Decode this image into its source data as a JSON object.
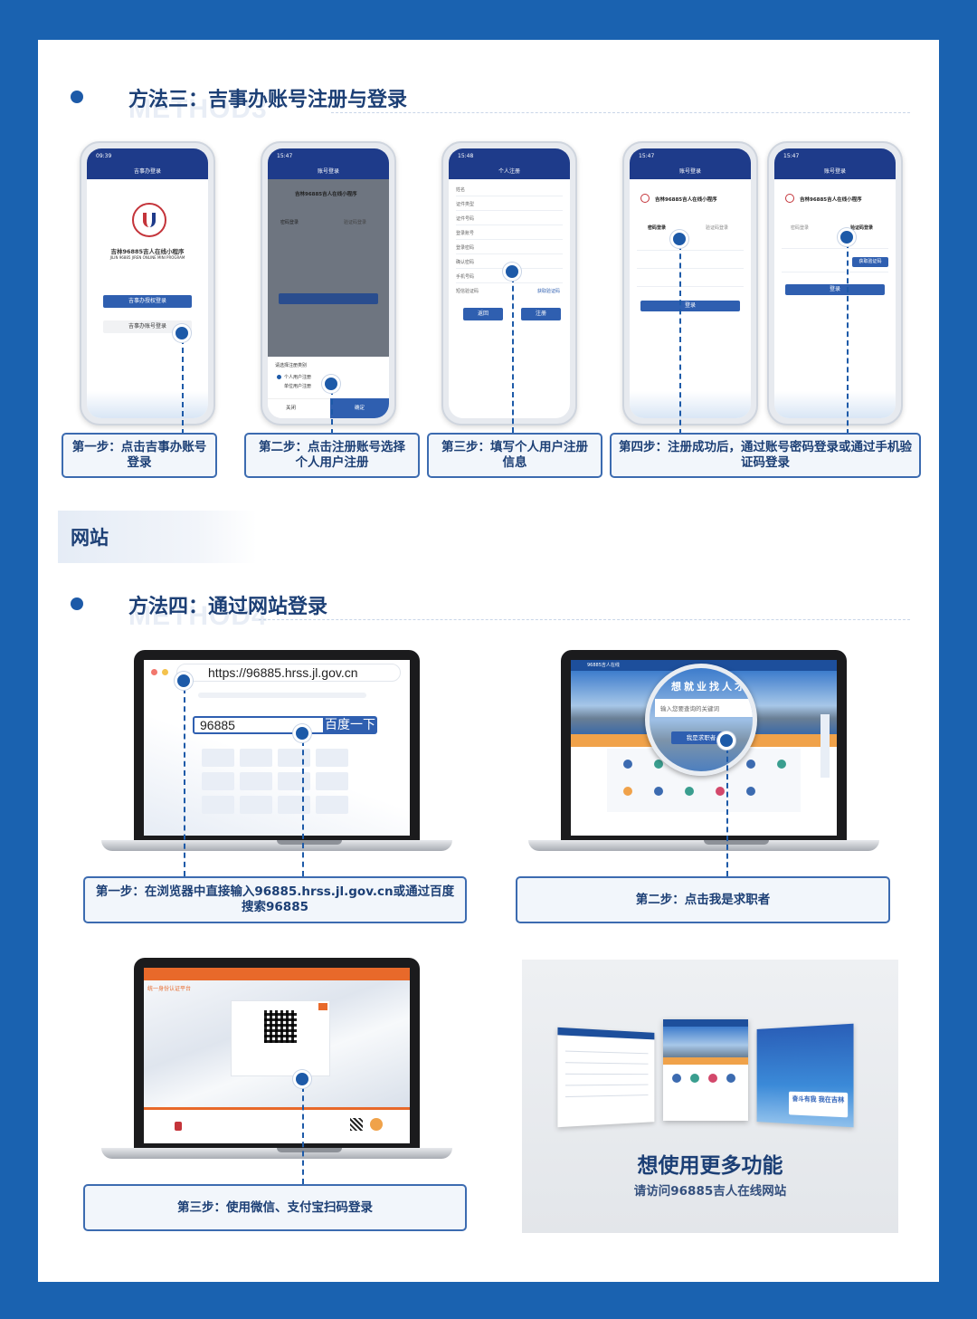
{
  "colors": {
    "brand": "#1d5aa8",
    "dark": "#1c3f75",
    "frame": "#1a62b0"
  },
  "section3": {
    "title": "方法三：吉事办账号注册与登录",
    "ghost": "METHOD3"
  },
  "website_label": "网站",
  "section4": {
    "title": "方法四：通过网站登录",
    "ghost": "METHOD4"
  },
  "phones": {
    "p1": {
      "time": "09:39",
      "title": "吉事办登录",
      "app_name": "吉林96885吉人在线小程序",
      "app_en": "JILIN 96885 JIREN ONLINE MINI PROGRAM",
      "btn_auth": "吉事办授权登录",
      "btn_account": "吉事办账号登录"
    },
    "p2": {
      "time": "15:47",
      "title": "账号登录",
      "app_name": "吉林96885吉人在线小程序",
      "tab1": "密码登录",
      "tab2": "验证码登录",
      "sheet_title": "请选择注册类别",
      "opt1": "个人用户注册",
      "opt2": "单位用户注册",
      "cancel": "关闭",
      "ok": "确定"
    },
    "p3": {
      "time": "15:48",
      "title": "个人注册",
      "fields": [
        "姓名",
        "证件类型",
        "证件号码",
        "登录账号",
        "登录密码",
        "确认密码",
        "手机号码",
        "短信验证码"
      ],
      "back": "返回",
      "register": "注册",
      "get_code": "获取验证码"
    },
    "p4": {
      "time": "15:47",
      "title": "账号登录",
      "app_name": "吉林96885吉人在线小程序",
      "tab1": "密码登录",
      "tab2": "验证码登录",
      "login": "登录"
    },
    "p5": {
      "time": "15:47",
      "title": "账号登录",
      "app_name": "吉林96885吉人在线小程序",
      "tab1": "密码登录",
      "tab2": "验证码登录",
      "get_code": "获取验证码",
      "login": "登录"
    }
  },
  "steps3": [
    "第一步：点击吉事办账号登录",
    "第二步：点击注册账号选择个人用户注册",
    "第三步：填写个人用户注册信息",
    "第四步：注册成功后，通过账号密码登录或通过手机验证码登录"
  ],
  "browser": {
    "url": "https://96885.hrss.jl.gov.cn",
    "search_text": "96885",
    "search_button": "百度一下"
  },
  "site2": {
    "brand": "96885吉人在线",
    "slogan": "想就业找人才",
    "search_placeholder": "输入您要查询的关键词",
    "seeker_button": "我是求职者"
  },
  "site3": {
    "heading": "统一身份认证平台"
  },
  "steps4": [
    "第一步：在浏览器中直接输入96885.hrss.jl.gov.cn或通过百度搜索96885",
    "第二步：点击我是求职者",
    "第三步：使用微信、支付宝扫码登录"
  ],
  "promo": {
    "title": "想使用更多功能",
    "subtitle": "请访问96885吉人在线网站",
    "banner_text": "奋斗有我 我在吉林"
  }
}
